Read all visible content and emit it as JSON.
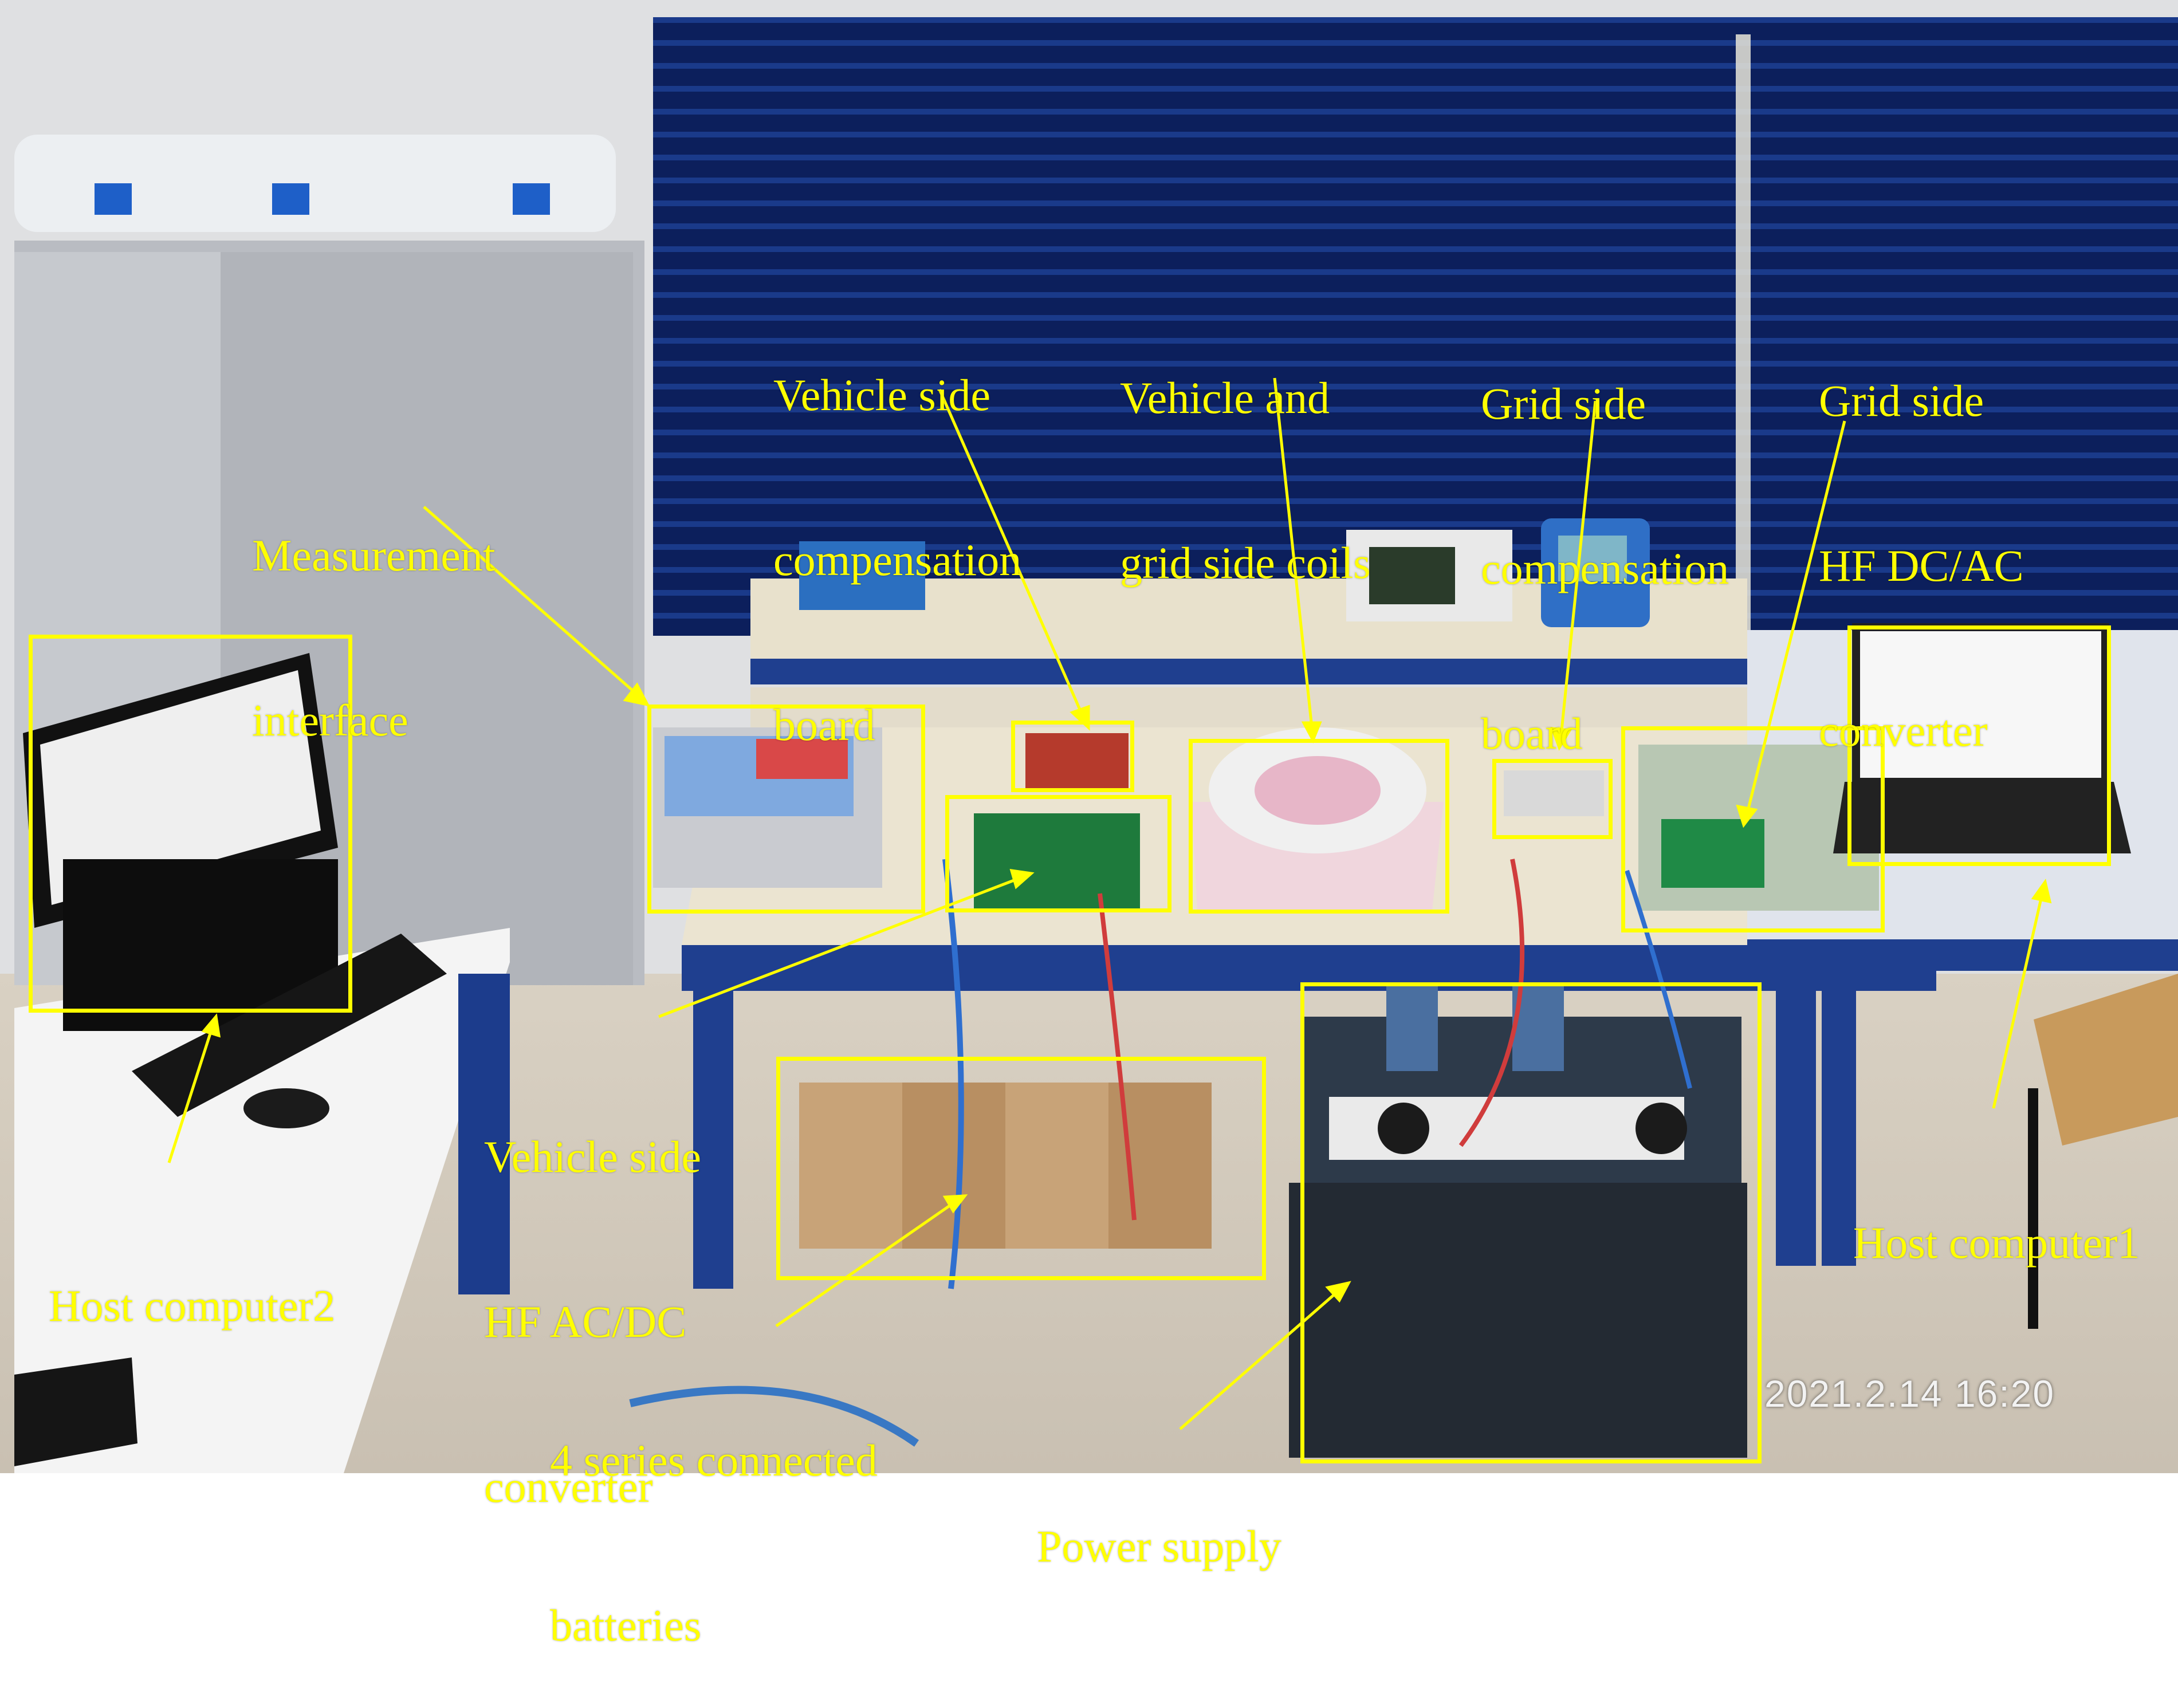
{
  "labels": {
    "measurement": [
      "Measurement",
      "interface"
    ],
    "vehicle_comp": [
      "Vehicle side",
      "compensation",
      "board"
    ],
    "coils": [
      "Vehicle and",
      "grid side coils"
    ],
    "grid_comp": [
      "Grid side",
      "compensation",
      "board"
    ],
    "grid_conv": [
      "Grid side",
      "HF DC/AC",
      "converter"
    ],
    "vehicle_conv": [
      "Vehicle side",
      "HF AC/DC",
      "converter"
    ],
    "host2": "Host computer2",
    "host1": "Host computer1",
    "batteries": [
      "4 series connected",
      "batteries"
    ],
    "power": "Power supply"
  },
  "timestamp": "2021.2.14 16:20",
  "colors": {
    "annotation": "#ffff00",
    "blinds": "#0d1d55",
    "bench_top": "#e8e1cc",
    "bench_frame": "#1f3f8f",
    "wall": "#dcdcde",
    "floor": "#d9d3c8"
  }
}
